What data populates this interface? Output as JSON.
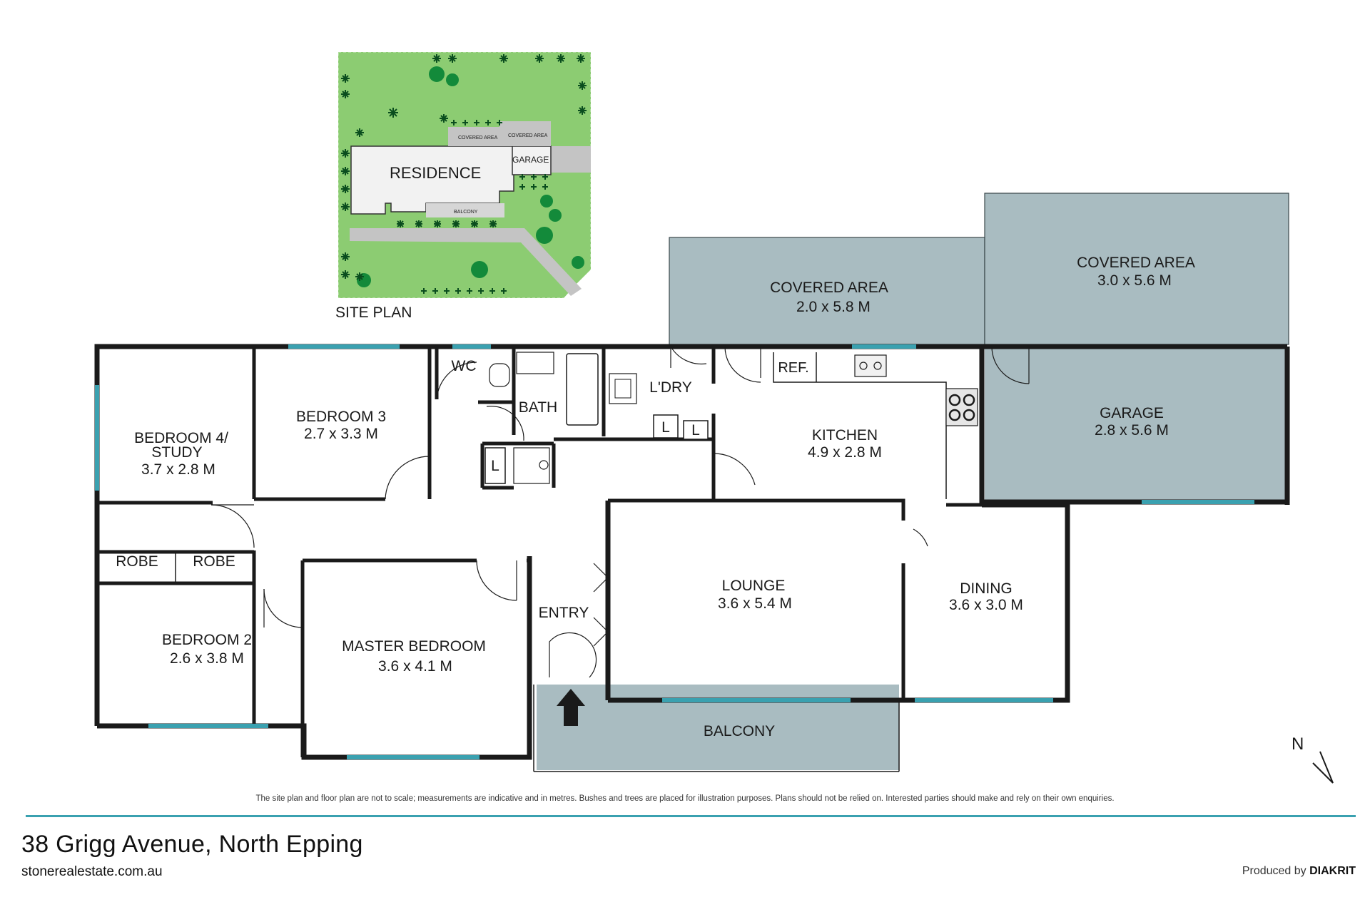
{
  "site_plan": {
    "title": "SITE PLAN",
    "residence": "RESIDENCE",
    "garage": "GARAGE",
    "covered_area_1": "COVERED AREA",
    "covered_area_2": "COVERED AREA",
    "balcony": "BALCONY"
  },
  "rooms": {
    "bedroom4": {
      "name_line1": "BEDROOM 4/",
      "name_line2": "STUDY",
      "size": "3.7 x 2.8 M"
    },
    "bedroom3": {
      "name": "BEDROOM 3",
      "size": "2.7 x 3.3 M"
    },
    "wc": {
      "name": "WC"
    },
    "bath": {
      "name": "BATH"
    },
    "laundry": {
      "name": "L'DRY"
    },
    "kitchen": {
      "name": "KITCHEN",
      "size": "4.9 x 2.8 M"
    },
    "ref": {
      "name": "REF."
    },
    "garage": {
      "name": "GARAGE",
      "size": "2.8 x 5.6 M"
    },
    "covered1": {
      "name": "COVERED AREA",
      "size": "2.0 x 5.8 M"
    },
    "covered2": {
      "name": "COVERED AREA",
      "size": "3.0 x 5.6 M"
    },
    "robe1": {
      "name": "ROBE"
    },
    "robe2": {
      "name": "ROBE"
    },
    "bedroom2": {
      "name": "BEDROOM 2",
      "size": "2.6 x 3.8 M"
    },
    "master": {
      "name": "MASTER BEDROOM",
      "size": "3.6 x 4.1 M"
    },
    "entry": {
      "name": "ENTRY"
    },
    "lounge": {
      "name": "LOUNGE",
      "size": "3.6 x 5.4 M"
    },
    "dining": {
      "name": "DINING",
      "size": "3.6 x 3.0 M"
    },
    "balcony": {
      "name": "BALCONY"
    },
    "linen_1": {
      "name": "L"
    },
    "linen_2": {
      "name": "L"
    },
    "linen_3": {
      "name": "L"
    }
  },
  "compass": {
    "label": "N"
  },
  "footer": {
    "disclaimer": "The site plan and floor plan are not to scale; measurements are indicative and in metres. Bushes and trees are placed for illustration purposes. Plans should not be relied on. Interested parties should make and rely on their own enquiries.",
    "address": "38 Grigg Avenue, North Epping",
    "website": "stonerealestate.com.au",
    "produced_prefix": "Produced by ",
    "produced_brand": "DIAKRIT"
  },
  "colors": {
    "window": "#3aa1b0",
    "covered": "#a9bcc1",
    "lawn": "#8ccc72",
    "tree": "#138a3a",
    "accent_rule": "#3aa1b0"
  }
}
